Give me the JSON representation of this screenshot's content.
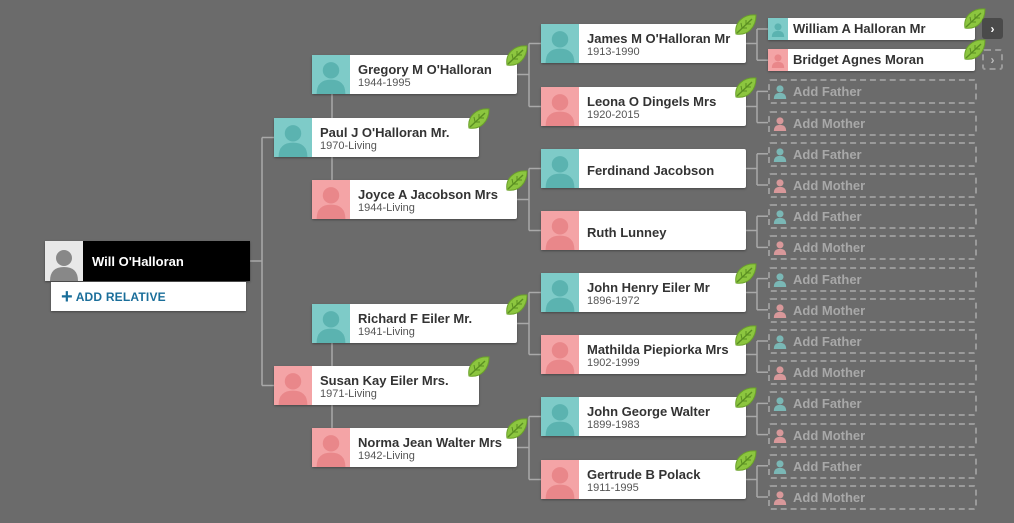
{
  "root": {
    "name": "Will O'Halloran",
    "add_relative": "ADD RELATIVE"
  },
  "gen1": [
    {
      "id": "p1",
      "name": "Paul J O'Halloran Mr.",
      "dates": "1970-Living",
      "gender": "m",
      "leaf": true
    },
    {
      "id": "p2",
      "name": "Susan Kay Eiler Mrs.",
      "dates": "1971-Living",
      "gender": "f",
      "leaf": true
    }
  ],
  "gen2": [
    {
      "id": "g1",
      "name": "Gregory M O'Halloran",
      "dates": "1944-1995",
      "gender": "m",
      "leaf": true
    },
    {
      "id": "g2",
      "name": "Joyce A Jacobson Mrs",
      "dates": "1944-Living",
      "gender": "f",
      "leaf": true
    },
    {
      "id": "g3",
      "name": "Richard F Eiler Mr.",
      "dates": "1941-Living",
      "gender": "m",
      "leaf": true
    },
    {
      "id": "g4",
      "name": "Norma Jean Walter Mrs",
      "dates": "1942-Living",
      "gender": "f",
      "leaf": true
    }
  ],
  "gen3": [
    {
      "id": "h1",
      "name": "James M O'Halloran Mr",
      "dates": "1913-1990",
      "gender": "m",
      "leaf": true
    },
    {
      "id": "h2",
      "name": "Leona O Dingels Mrs",
      "dates": "1920-2015",
      "gender": "f",
      "leaf": true
    },
    {
      "id": "h3",
      "name": "Ferdinand Jacobson",
      "dates": "",
      "gender": "m",
      "leaf": false
    },
    {
      "id": "h4",
      "name": "Ruth Lunney",
      "dates": "",
      "gender": "f",
      "leaf": false
    },
    {
      "id": "h5",
      "name": "John Henry Eiler Mr",
      "dates": "1896-1972",
      "gender": "m",
      "leaf": true
    },
    {
      "id": "h6",
      "name": "Mathilda Piepiorka Mrs",
      "dates": "1902-1999",
      "gender": "f",
      "leaf": true
    },
    {
      "id": "h7",
      "name": "John George Walter",
      "dates": "1899-1983",
      "gender": "m",
      "leaf": true
    },
    {
      "id": "h8",
      "name": "Gertrude B Polack",
      "dates": "1911-1995",
      "gender": "f",
      "leaf": true
    }
  ],
  "gen4": [
    {
      "name": "William A Halloran Mr",
      "gender": "m",
      "empty": false,
      "leaf": true
    },
    {
      "name": "Bridget Agnes Moran",
      "gender": "f",
      "empty": false,
      "leaf": true
    },
    {
      "name": "Add Father",
      "gender": "m",
      "empty": true
    },
    {
      "name": "Add Mother",
      "gender": "f",
      "empty": true
    },
    {
      "name": "Add Father",
      "gender": "m",
      "empty": true
    },
    {
      "name": "Add Mother",
      "gender": "f",
      "empty": true
    },
    {
      "name": "Add Father",
      "gender": "m",
      "empty": true
    },
    {
      "name": "Add Mother",
      "gender": "f",
      "empty": true
    },
    {
      "name": "Add Father",
      "gender": "m",
      "empty": true
    },
    {
      "name": "Add Mother",
      "gender": "f",
      "empty": true
    },
    {
      "name": "Add Father",
      "gender": "m",
      "empty": true
    },
    {
      "name": "Add Mother",
      "gender": "f",
      "empty": true
    },
    {
      "name": "Add Father",
      "gender": "m",
      "empty": true
    },
    {
      "name": "Add Mother",
      "gender": "f",
      "empty": true
    },
    {
      "name": "Add Father",
      "gender": "m",
      "empty": true
    },
    {
      "name": "Add Mother",
      "gender": "f",
      "empty": true
    }
  ],
  "nav": [
    {
      "icon": "chevron-right-icon",
      "glyph": "›"
    },
    {
      "icon": "chevron-right-icon",
      "glyph": "›"
    }
  ],
  "colors": {
    "male": "#7ecbc8",
    "female": "#f4a4a6",
    "background": "#6b6b6b",
    "link": "#1a6e9a",
    "leaf": "#8cc63f"
  }
}
